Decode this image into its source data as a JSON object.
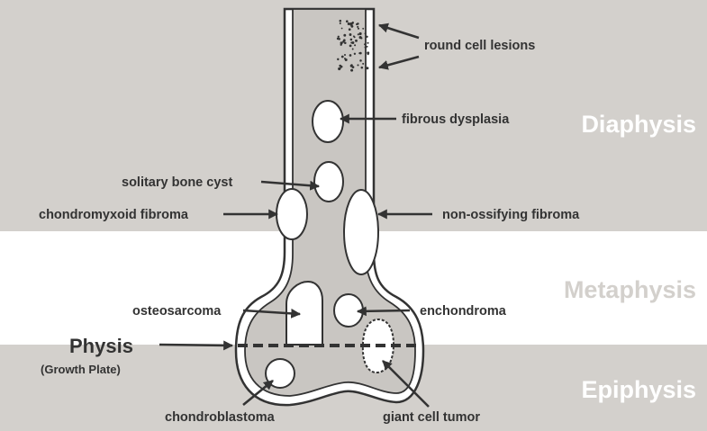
{
  "zones": {
    "diaphysis": "Diaphysis",
    "metaphysis": "Metaphysis",
    "epiphysis": "Epiphysis"
  },
  "physis": {
    "title": "Physis",
    "subtitle": "(Growth Plate)"
  },
  "lesions": {
    "round_cell": "round cell lesions",
    "fibrous_dysplasia": "fibrous dysplasia",
    "solitary_bone_cyst": "solitary bone cyst",
    "chondromyxoid_fibroma": "chondromyxoid fibroma",
    "non_ossifying_fibroma": "non-ossifying fibroma",
    "osteosarcoma": "osteosarcoma",
    "enchondroma": "enchondroma",
    "chondroblastoma": "chondroblastoma",
    "giant_cell_tumor": "giant cell tumor"
  },
  "colors": {
    "band": "#d3d0cc",
    "bone_fill": "#c9c6c2",
    "outline": "#333333",
    "text": "#333333"
  }
}
